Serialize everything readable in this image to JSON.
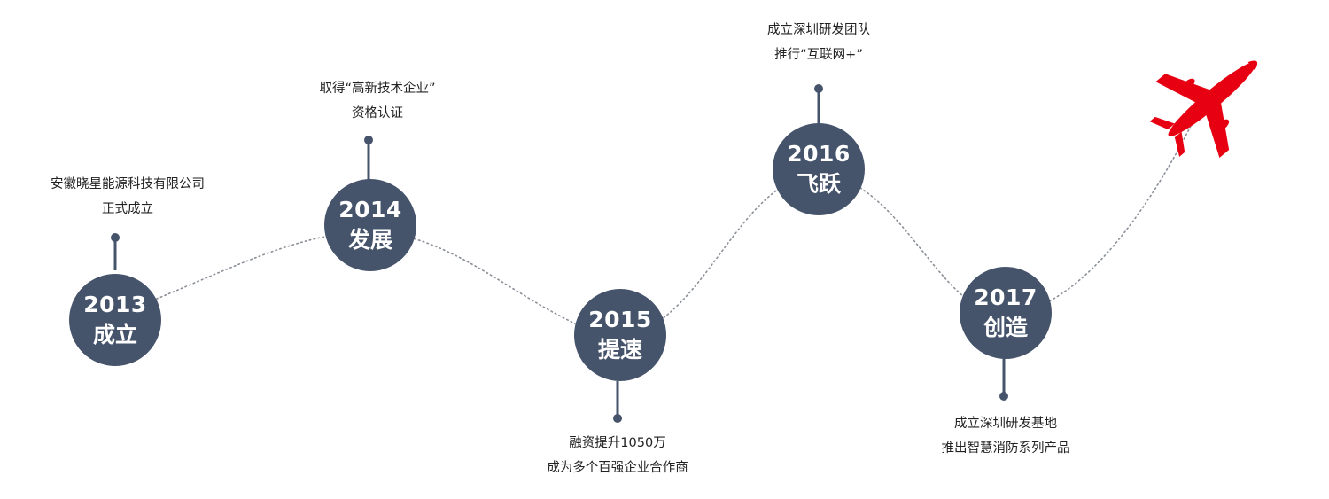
{
  "colors": {
    "node": "#46546b",
    "connector": "#46546b",
    "path_dots": "#8a8f98",
    "airplane": "#e60012",
    "text": "#222222"
  },
  "milestones": [
    {
      "year": "2013",
      "stage": "成立",
      "note": [
        "安徽晓星能源科技有限公司",
        "正式成立"
      ]
    },
    {
      "year": "2014",
      "stage": "发展",
      "note": [
        "取得“高新技术企业”",
        "资格认证"
      ]
    },
    {
      "year": "2015",
      "stage": "提速",
      "note": [
        "融资提升1050万",
        "成为多个百强企业合作商"
      ]
    },
    {
      "year": "2016",
      "stage": "飞跃",
      "note": [
        "成立深圳研发团队",
        "推行“互联网+”"
      ]
    },
    {
      "year": "2017",
      "stage": "创造",
      "note": [
        "成立深圳研发基地",
        "推出智慧消防系列产品"
      ]
    }
  ],
  "icons": {
    "end": "airplane-icon"
  }
}
